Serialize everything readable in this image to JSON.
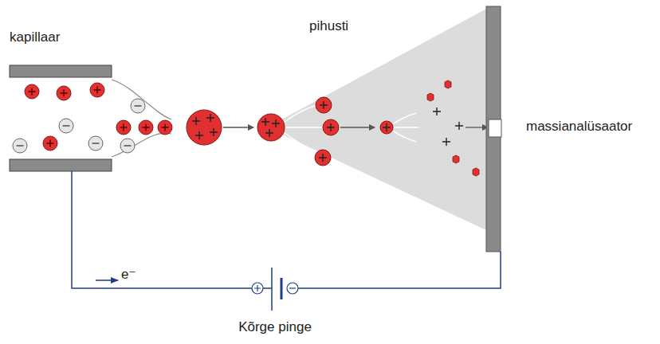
{
  "diagram": {
    "labels": [
      "kapillaar",
      "pihusti",
      "massianalüsaator",
      "e⁻",
      "Kõrge pinge"
    ]
  }
}
